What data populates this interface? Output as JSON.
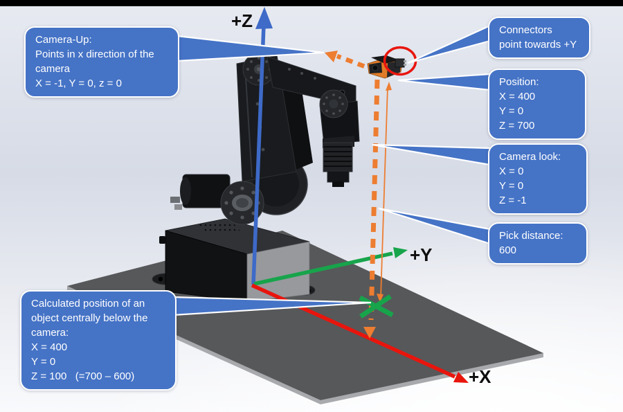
{
  "callouts": {
    "camera_up": {
      "lines": [
        "Camera-Up:",
        "Points in x direction of the",
        "camera",
        "X = -1, Y = 0, z = 0"
      ]
    },
    "connectors": {
      "lines": [
        "Connectors",
        "point towards +Y"
      ]
    },
    "position": {
      "lines": [
        "Position:",
        "X = 400",
        "Y = 0",
        "Z = 700"
      ]
    },
    "camera_look": {
      "lines": [
        "Camera look:",
        "X = 0",
        "Y = 0",
        "Z = -1"
      ]
    },
    "pick_distance": {
      "lines": [
        "Pick distance:",
        "600"
      ]
    },
    "calculated": {
      "lines": [
        "Calculated position of an",
        "object centrally below the",
        "camera:",
        "X = 400",
        "Y = 0",
        "Z = 100   (=700 – 600)"
      ]
    }
  },
  "axis_labels": {
    "z": "+Z",
    "y": "+Y",
    "x": "+X"
  },
  "colors": {
    "callout_blue": "#4573C6",
    "axis_blue": "#3E6AC8",
    "axis_green": "#17A44B",
    "axis_red": "#E8150D",
    "orange": "#ED7D31",
    "plate_gray": "#57585A",
    "robot_dark": "#17181B"
  }
}
